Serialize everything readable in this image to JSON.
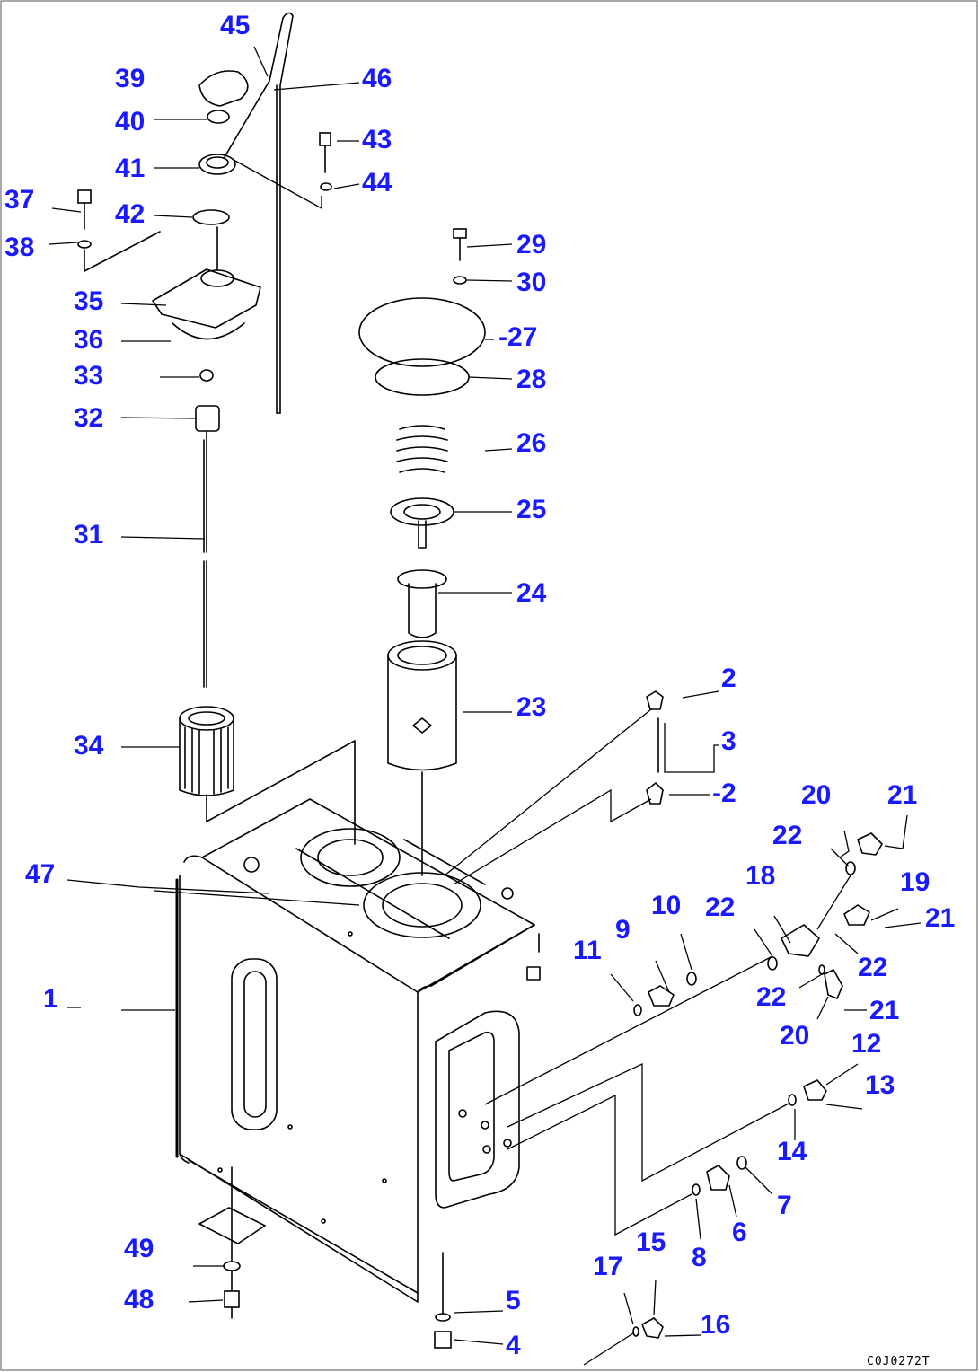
{
  "labels": [
    "1",
    "2",
    "3",
    "4",
    "5",
    "6",
    "7",
    "8",
    "9",
    "10",
    "11",
    "12",
    "13",
    "14",
    "15",
    "16",
    "17",
    "18",
    "19",
    "20",
    "21",
    "22",
    "23",
    "24",
    "25",
    "26",
    "27",
    "28",
    "29",
    "30",
    "31",
    "32",
    "33",
    "34",
    "35",
    "36",
    "37",
    "38",
    "39",
    "40",
    "41",
    "42",
    "43",
    "44",
    "45",
    "46",
    "47",
    "48",
    "49"
  ],
  "label_prefixed_2": "-2",
  "label_prefixed_27": "-27",
  "drawing_code": "C0J0272T"
}
